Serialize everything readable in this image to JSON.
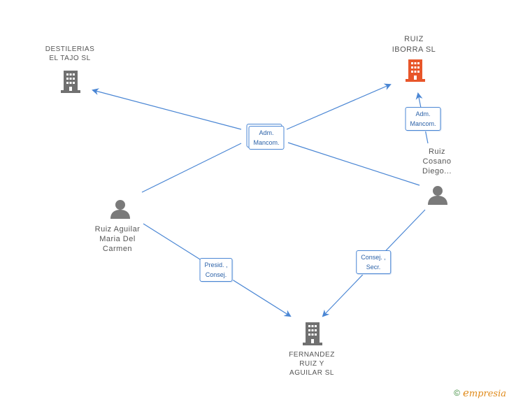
{
  "colors": {
    "edge": "#4a86d4",
    "company": "#707070",
    "company_highlight": "#e8562a",
    "person": "#7a7a7a"
  },
  "nodes": {
    "destilerias": {
      "line1": "DESTILERIAS",
      "line2": "EL TAJO SL",
      "icon": "building-icon"
    },
    "ruiz_iborra": {
      "line1": "RUIZ",
      "line2": "IBORRA SL",
      "icon": "building-icon"
    },
    "ruiz_aguilar": {
      "line1": "Ruiz Aguilar",
      "line2": "Maria Del",
      "line3": "Carmen",
      "icon": "person-icon"
    },
    "ruiz_cosano": {
      "line1": "Ruiz",
      "line2": "Cosano",
      "line3": "Diego...",
      "icon": "person-icon"
    },
    "fernandez": {
      "line1": "FERNANDEZ",
      "line2": "RUIZ Y",
      "line3": "AGUILAR SL",
      "icon": "building-icon"
    }
  },
  "edge_labels": {
    "center": {
      "line1": "Adm.",
      "line2": "Mancom."
    },
    "right": {
      "line1": "Adm.",
      "line2": "Mancom."
    },
    "presid": {
      "line1": "Presid. ,",
      "line2": "Consej."
    },
    "consej": {
      "line1": "Consej. ,",
      "line2": "Secr."
    }
  },
  "footer": {
    "copyright": "©",
    "brand": "mpresia",
    "brand_initial": "e"
  }
}
